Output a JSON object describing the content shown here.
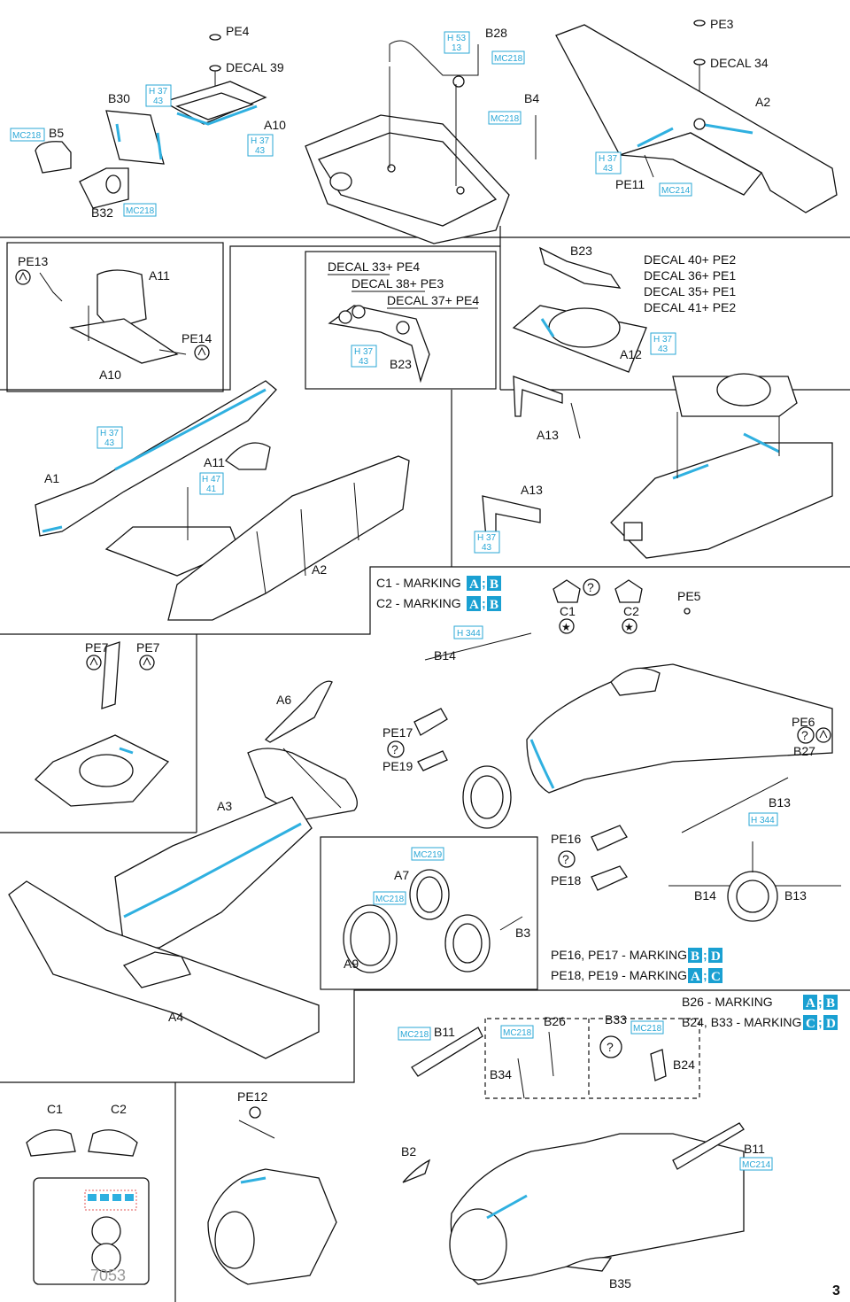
{
  "page_number": "3",
  "labels": {
    "pe4": "PE4",
    "decal39": "DECAL 39",
    "b30": "B30",
    "b5": "B5",
    "a10_top": "A10",
    "b32": "B32",
    "h53": "H 53",
    "h53n": "13",
    "b28": "B28",
    "b4": "B4",
    "pe3": "PE3",
    "decal34": "DECAL 34",
    "a2_top": "A2",
    "pe11": "PE11",
    "pe13": "PE13",
    "a11_p2": "A11",
    "pe14": "PE14",
    "a10_p2": "A10",
    "decal33": "DECAL 33+ PE4",
    "decal38": "DECAL 38+ PE3",
    "decal37": "DECAL 37+ PE4",
    "b23_p3": "B23",
    "b23_p4": "B23",
    "a12": "A12",
    "decal40": "DECAL 40+ PE2",
    "decal36": "DECAL 36+ PE1",
    "decal35": "DECAL 35+ PE1",
    "decal41": "DECAL 41+ PE2",
    "a1": "A1",
    "a11_p5": "A11",
    "a2_p5": "A2",
    "a13_top": "A13",
    "a13_bot": "A13",
    "c1_mark": "C1 - MARKING",
    "c2_mark": "C2 - MARKING",
    "c1": "C1",
    "c2": "C2",
    "pe5": "PE5",
    "b14": "B14",
    "pe7a": "PE7",
    "pe7b": "PE7",
    "a6": "A6",
    "pe17": "PE17",
    "pe19": "PE19",
    "pe6": "PE6",
    "b27": "B27",
    "a3": "A3",
    "b13": "B13",
    "a7": "A7",
    "b3": "B3",
    "a9": "A9",
    "pe16": "PE16",
    "pe18": "PE18",
    "b14_front": "B14",
    "b13_front": "B13",
    "pe16_17_mark": "PE16, PE17 - MARKING",
    "pe18_19_mark": "PE18, PE19 - MARKING",
    "a4": "A4",
    "b11": "B11",
    "b26": "B26",
    "b33": "B33",
    "b34": "B34",
    "b24": "B24",
    "b26_mark": "B26 - MARKING",
    "b24_b33_mark": "B24, B33 - MARKING",
    "c1_bot": "C1",
    "c2_bot": "C2",
    "pe12": "PE12",
    "b2": "B2",
    "b11_right": "B11",
    "b35": "B35",
    "fret_number": "7053"
  },
  "color_codes": {
    "h37": "H 37",
    "n43": "43",
    "mc218": "MC218",
    "mc214": "MC214",
    "mc219": "MC219",
    "h47": "H 47",
    "n41": "41",
    "h344": "H 344"
  },
  "marking_letters": {
    "a": "A",
    "b": "B",
    "c": "C",
    "d": "D",
    "sep": ";"
  },
  "colors": {
    "accent": "#2fb0e0",
    "marking_box": "#1aa0d2",
    "line": "#111111"
  },
  "icons": [
    "bend-icon",
    "question-icon",
    "star-icon"
  ]
}
